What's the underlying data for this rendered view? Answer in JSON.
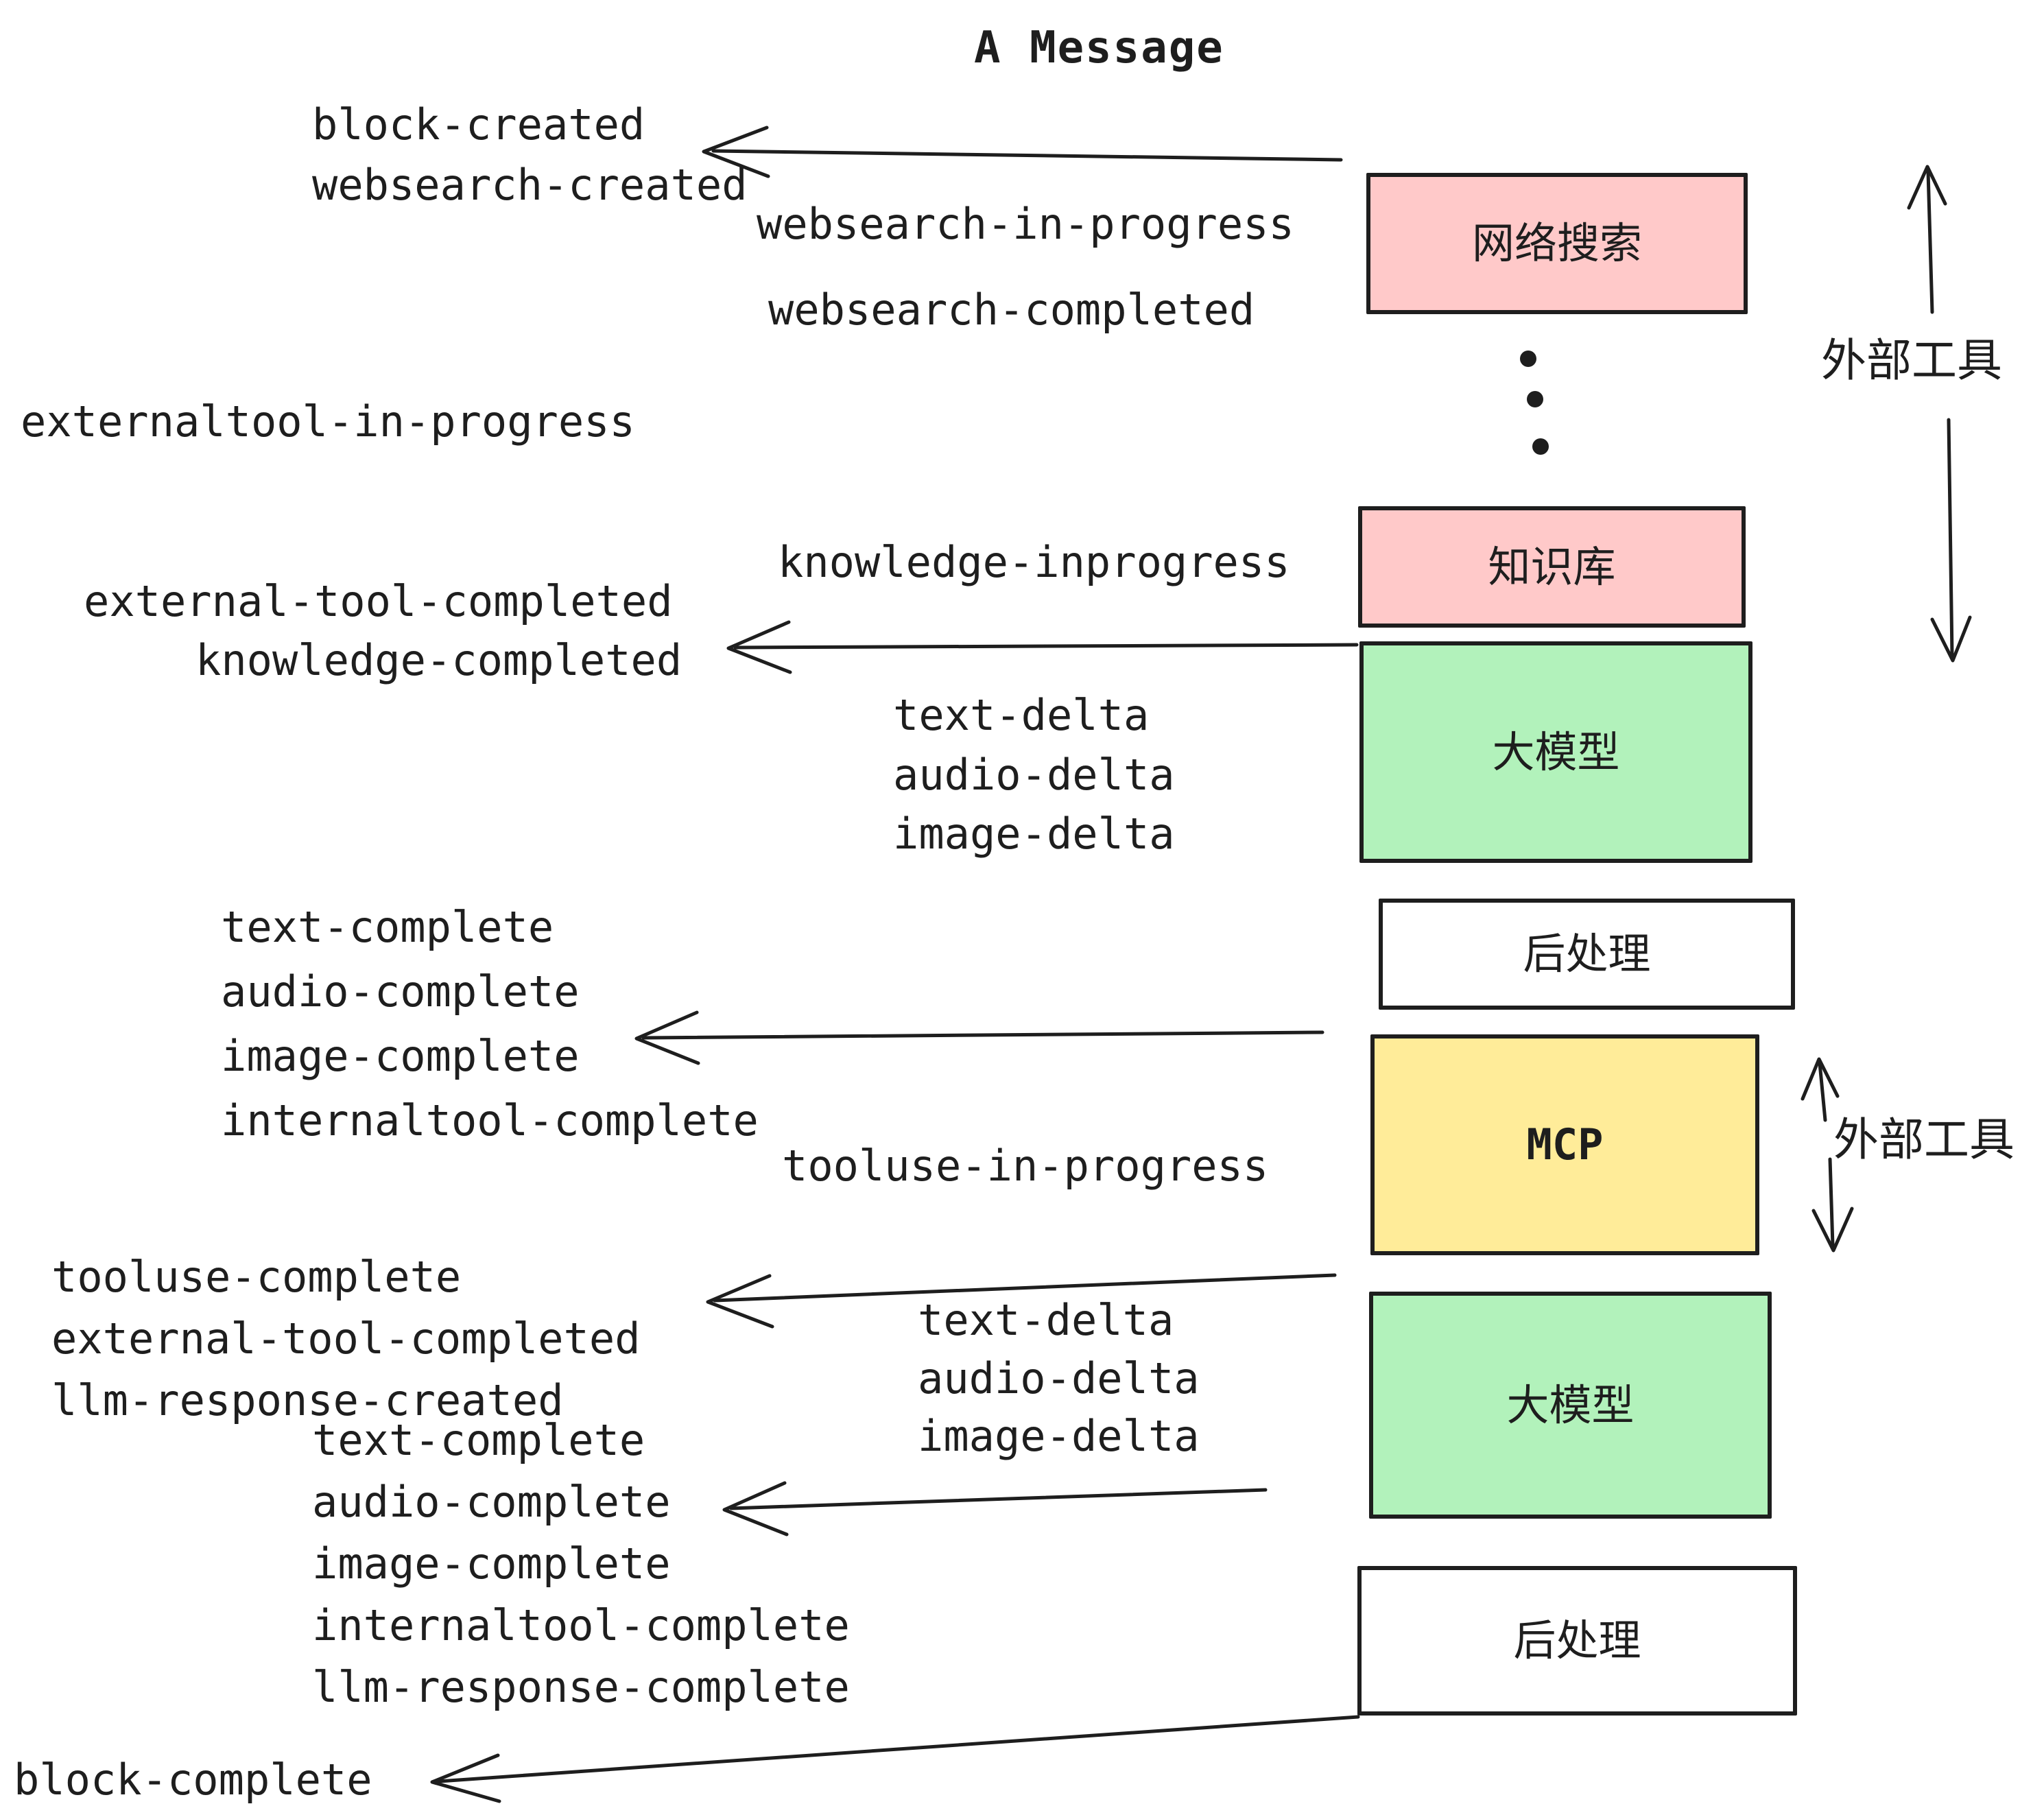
{
  "title": "A Message",
  "colors": {
    "ink": "#1e1e1e",
    "box_pink": "#ffc9c9",
    "box_green": "#b2f2bb",
    "box_yellow": "#ffec99",
    "box_white": "#ffffff"
  },
  "boxes": [
    {
      "id": "websearch",
      "label": "网络搜索",
      "color": "#ffc9c9"
    },
    {
      "id": "knowledge",
      "label": "知识库",
      "color": "#ffc9c9"
    },
    {
      "id": "llm-1",
      "label": "大模型",
      "color": "#b2f2bb"
    },
    {
      "id": "postprocess-1",
      "label": "后处理",
      "color": "#ffffff"
    },
    {
      "id": "mcp",
      "label": "MCP",
      "color": "#ffec99"
    },
    {
      "id": "llm-2",
      "label": "大模型",
      "color": "#b2f2bb"
    },
    {
      "id": "postprocess-2",
      "label": "后处理",
      "color": "#ffffff"
    }
  ],
  "side_labels": [
    {
      "id": "external-tools-1",
      "label": "外部工具"
    },
    {
      "id": "external-tools-2",
      "label": "外部工具"
    }
  ],
  "events": [
    {
      "id": "block-created",
      "label": "block-created"
    },
    {
      "id": "websearch-created",
      "label": "websearch-created"
    },
    {
      "id": "websearch-in-progress",
      "label": "websearch-in-progress"
    },
    {
      "id": "websearch-completed",
      "label": "websearch-completed"
    },
    {
      "id": "externaltool-in-progress",
      "label": "externaltool-in-progress"
    },
    {
      "id": "knowledge-inprogress",
      "label": "knowledge-inprogress"
    },
    {
      "id": "external-tool-completed-1",
      "label": "external-tool-completed"
    },
    {
      "id": "knowledge-completed",
      "label": "knowledge-completed"
    },
    {
      "id": "text-delta-1",
      "label": "text-delta"
    },
    {
      "id": "audio-delta-1",
      "label": "audio-delta"
    },
    {
      "id": "image-delta-1",
      "label": "image-delta"
    },
    {
      "id": "text-complete-1",
      "label": "text-complete"
    },
    {
      "id": "audio-complete-1",
      "label": "audio-complete"
    },
    {
      "id": "image-complete-1",
      "label": "image-complete"
    },
    {
      "id": "internaltool-complete-1",
      "label": "internaltool-complete"
    },
    {
      "id": "tooluse-in-progress",
      "label": "tooluse-in-progress"
    },
    {
      "id": "tooluse-complete",
      "label": "tooluse-complete"
    },
    {
      "id": "external-tool-completed-2",
      "label": "external-tool-completed"
    },
    {
      "id": "llm-response-created",
      "label": "llm-response-created"
    },
    {
      "id": "text-delta-2",
      "label": "text-delta"
    },
    {
      "id": "audio-delta-2",
      "label": "audio-delta"
    },
    {
      "id": "image-delta-2",
      "label": "image-delta"
    },
    {
      "id": "text-complete-2",
      "label": "text-complete"
    },
    {
      "id": "audio-complete-2",
      "label": "audio-complete"
    },
    {
      "id": "image-complete-2",
      "label": "image-complete"
    },
    {
      "id": "internaltool-complete-2",
      "label": "internaltool-complete"
    },
    {
      "id": "llm-response-complete",
      "label": "llm-response-complete"
    },
    {
      "id": "block-complete",
      "label": "block-complete"
    }
  ]
}
